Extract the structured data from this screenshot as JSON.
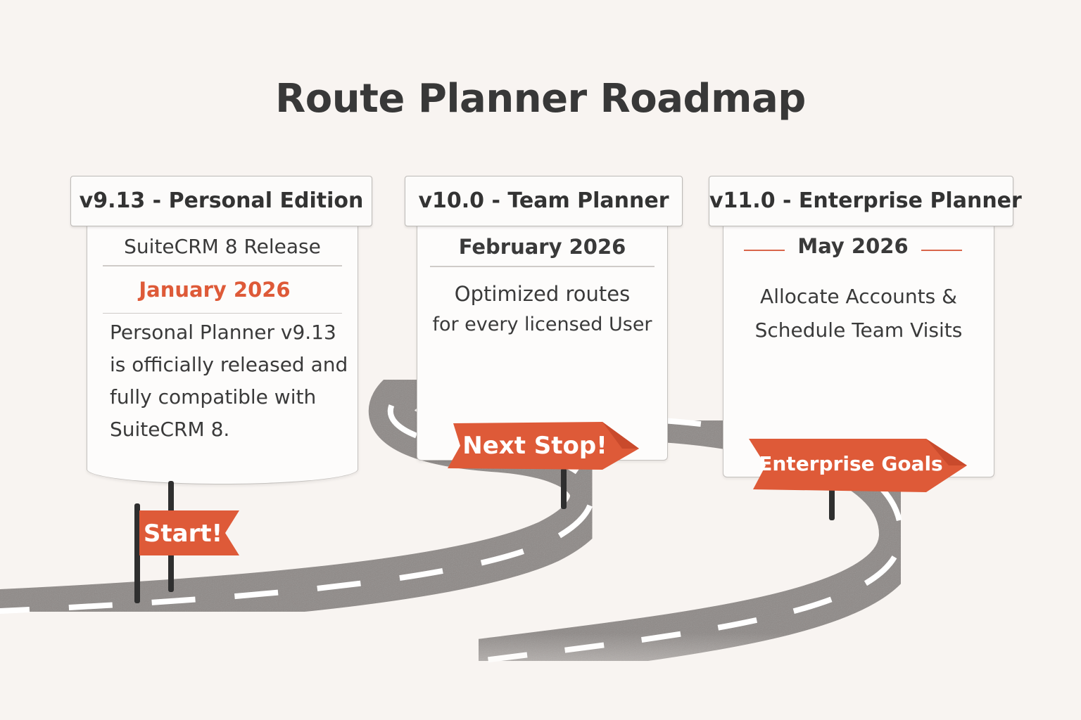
{
  "title": "Route Planner Roadmap",
  "colors": {
    "background": "#f8f4f1",
    "accent": "#de5a38",
    "road": "#8e8987",
    "road_marking": "#ffffff",
    "text": "#333333"
  },
  "milestones": [
    {
      "header": "v9.13 - Personal Edition",
      "subtitle": "SuiteCRM 8 Release",
      "month": "January 2026",
      "description": [
        "Personal Planner v9.13",
        "is officially released and",
        "fully compatible with",
        "SuiteCRM 8."
      ],
      "sign": "Start!",
      "sign_icon": "start-flag-icon"
    },
    {
      "header": "v10.0 - Team Planner",
      "month": "February 2026",
      "description": [
        "Optimized routes",
        "for every licensed User"
      ],
      "sign": "Next Stop!",
      "sign_icon": "arrow-sign-icon"
    },
    {
      "header": "v11.0 - Enterprise Planner",
      "month": "May 2026",
      "description": [
        "Allocate Accounts &",
        "Schedule Team Visits"
      ],
      "sign": "Enterprise Goals",
      "sign_icon": "arrow-sign-icon"
    }
  ]
}
